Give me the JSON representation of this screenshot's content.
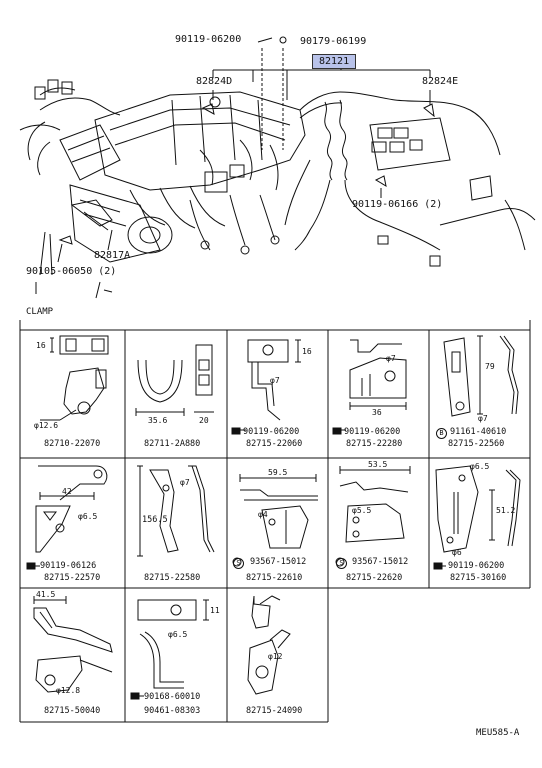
{
  "top_labels": {
    "bolt_top": "90119-06200",
    "grommet_top": "90179-06199",
    "harness_main": "82121",
    "bracket_left": "82824D",
    "bracket_right": "82824E",
    "bolt_right": "90119-06166 (2)",
    "bracket_lower": "82817A",
    "bolt_lower": "90105-06050 (2)"
  },
  "section_title": "CLAMP",
  "cells": [
    {
      "part": "82710-22070",
      "dims": [
        "16",
        "φ12.6"
      ],
      "fasteners": []
    },
    {
      "part": "82711-2A880",
      "dims": [
        "35.6",
        "20"
      ],
      "fasteners": []
    },
    {
      "part": "82715-22060",
      "dims": [
        "16",
        "φ7"
      ],
      "fasteners": [
        "90119-06200"
      ]
    },
    {
      "part": "82715-22280",
      "dims": [
        "φ7",
        "36"
      ],
      "fasteners": [
        "90119-06200"
      ]
    },
    {
      "part": "82715-22560",
      "dims": [
        "79",
        "φ7"
      ],
      "fasteners": [
        "91161-40610"
      ]
    },
    {
      "part": "82715-22570",
      "dims": [
        "42",
        "φ6.5"
      ],
      "fasteners": [
        "90119-06126"
      ]
    },
    {
      "part": "82715-22580",
      "dims": [
        "φ7",
        "156.5"
      ],
      "fasteners": []
    },
    {
      "part": "82715-22610",
      "dims": [
        "59.5",
        "φ4"
      ],
      "fasteners": [
        "93567-15012"
      ]
    },
    {
      "part": "82715-22620",
      "dims": [
        "53.5",
        "φ5.5"
      ],
      "fasteners": [
        "93567-15012"
      ]
    },
    {
      "part": "82715-30160",
      "dims": [
        "φ6.5",
        "51.2",
        "φ6"
      ],
      "fasteners": [
        "90119-06200"
      ]
    },
    {
      "part": "82715-50040",
      "dims": [
        "41.5",
        "φ12.8"
      ],
      "fasteners": []
    },
    {
      "part": "90461-08303",
      "dims": [
        "11",
        "φ6.5"
      ],
      "fasteners": [
        "90168-60010"
      ]
    },
    {
      "part": "82715-24090",
      "dims": [
        "φ12"
      ],
      "fasteners": []
    }
  ],
  "markers": {
    "B": "B",
    "S": "S"
  },
  "diagram_code": "MEU585-A"
}
